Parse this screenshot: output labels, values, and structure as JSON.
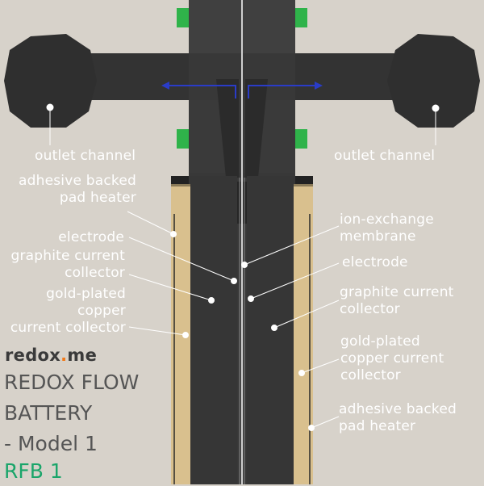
{
  "labels": {
    "outlet_left": "outlet channel",
    "outlet_right": "outlet channel",
    "heater_left": [
      "adhesive backed",
      "pad heater"
    ],
    "electrode_left": "electrode",
    "graphite_left": [
      "graphite current",
      "collector"
    ],
    "gold_left": [
      "gold-plated",
      "copper",
      "current collector"
    ],
    "membrane": [
      "ion-exchange",
      "membrane"
    ],
    "electrode_right": "electrode",
    "graphite_right": [
      "graphite current",
      "collector"
    ],
    "gold_right": [
      "gold-plated",
      "copper current",
      "collector"
    ],
    "heater_right": [
      "adhesive backed",
      "pad heater"
    ]
  },
  "brand": {
    "name_a": "redox",
    "name_dot": ".",
    "name_b": "me"
  },
  "title": {
    "line1": "REDOX FLOW",
    "line2": "BATTERY",
    "line3": "- Model 1"
  },
  "model_code": "RFB 1",
  "colors": {
    "background": "#d7d2ca",
    "body": "#353535",
    "gold": "#d9c08e",
    "green": "#2fb34a",
    "flow_arrow": "#2a3cc8",
    "brand_accent": "#f07a1a",
    "model_code": "#1aa56a"
  }
}
